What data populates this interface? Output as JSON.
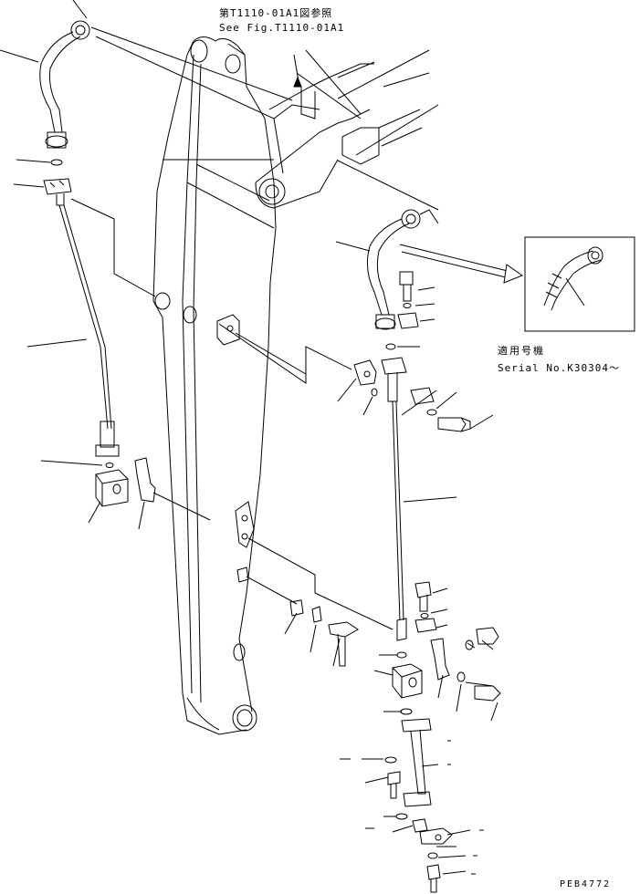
{
  "reference": {
    "jp": "第T1110-01A1図参照",
    "en": "See Fig.T1110-01A1"
  },
  "serial": {
    "jp": "適用号機",
    "en": "Serial No.K30304～"
  },
  "drawing_code": "PEB4772",
  "parts": [
    {
      "name": "hose-upper-left"
    },
    {
      "name": "o-ring-upper-left"
    },
    {
      "name": "elbow-fitting-upper-left"
    },
    {
      "name": "tube-left"
    },
    {
      "name": "clamp-block-left"
    },
    {
      "name": "bracket-left"
    },
    {
      "name": "hose-upper-right"
    },
    {
      "name": "clamp-upper-right"
    },
    {
      "name": "tube-right"
    },
    {
      "name": "bolt-right"
    },
    {
      "name": "clamp-block-right"
    },
    {
      "name": "lower-fitting"
    },
    {
      "name": "detail-inset-hose"
    }
  ]
}
